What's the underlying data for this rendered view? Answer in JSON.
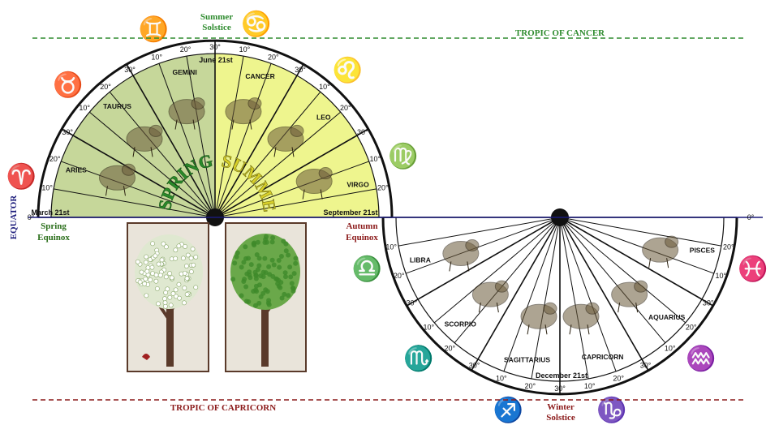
{
  "lines": {
    "tropic_cancer": "TROPIC OF CANCER",
    "tropic_capricorn": "TROPIC OF CAPRICORN",
    "equator": "EQUATOR"
  },
  "seasons": {
    "spring": "SPRING",
    "summer": "SUMMER"
  },
  "events": {
    "summer_solstice_1": "Summer",
    "summer_solstice_2": "Solstice",
    "winter_solstice_1": "Winter",
    "winter_solstice_2": "Solstice",
    "spring_equinox_1": "Spring",
    "spring_equinox_2": "Equinox",
    "autumn_equinox_1": "Autumn",
    "autumn_equinox_2": "Equinox"
  },
  "dates": {
    "march": "March 21st",
    "june": "June 21st",
    "september": "September 21st",
    "december": "December 21st"
  },
  "zero": "0°",
  "upper_signs": [
    {
      "name": "ARIES",
      "symbol": "♈"
    },
    {
      "name": "TAURUS",
      "symbol": "♉"
    },
    {
      "name": "GEMINI",
      "symbol": "♊"
    },
    {
      "name": "CANCER",
      "symbol": "♋"
    },
    {
      "name": "LEO",
      "symbol": "♌"
    },
    {
      "name": "VIRGO",
      "symbol": "♍"
    }
  ],
  "lower_signs": [
    {
      "name": "LIBRA",
      "symbol": "♎"
    },
    {
      "name": "SCORPIO",
      "symbol": "♏"
    },
    {
      "name": "SAGITTARIUS",
      "symbol": "♐"
    },
    {
      "name": "CAPRICORN",
      "symbol": "♑"
    },
    {
      "name": "AQUARIUS",
      "symbol": "♒"
    },
    {
      "name": "PISCES",
      "symbol": "♓"
    }
  ],
  "degree_ticks": [
    "10°",
    "20°",
    "30°"
  ],
  "colors": {
    "spring_fill": "#c6d79a",
    "summer_fill": "#eef58e",
    "cancer_line": "#2e8b2e",
    "capricorn_line": "#8b1a1a",
    "equator_line": "#1a1a7a",
    "spring_text": "#2a6e1a",
    "autumn_text": "#8b1a1a"
  }
}
